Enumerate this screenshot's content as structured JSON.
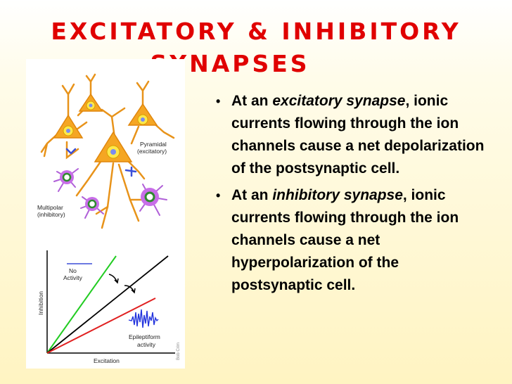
{
  "slide": {
    "title_line1": "EXCITATORY & INHIBITORY",
    "title_line2": "SYNAPSES",
    "title_color": "#e00000"
  },
  "bullets": [
    {
      "marker": "•",
      "prefix": "At an ",
      "emphasis": "excitatory synapse",
      "suffix": ", ionic currents flowing through the ion channels cause a net depolarization of the postsynaptic cell."
    },
    {
      "marker": "•",
      "prefix": "At an ",
      "emphasis": "inhibitory synapse",
      "suffix": ", ionic currents flowing through the ion channels cause a net hyperpolarization of the postsynaptic cell."
    }
  ],
  "figure": {
    "neuron_labels": {
      "pyramidal_line1": "Pyramidal",
      "pyramidal_line2": "(excitatory)",
      "multipolar_line1": "Multipolar",
      "multipolar_line2": "(inhibitory)"
    },
    "graph": {
      "xlabel": "Excitation",
      "ylabel": "Inhibition",
      "no_activity_line1": "No",
      "no_activity_line2": "Activity",
      "epileptiform_line1": "Epileptiform",
      "epileptiform_line2": "activity",
      "credit": "Bob Crim",
      "line_colors": {
        "green": "#22cc22",
        "black": "#000000",
        "red": "#e02020",
        "trace": "#2233dd"
      }
    },
    "colors": {
      "pyramidal_body": "#f5a623",
      "pyramidal_nucleus": "#ffe84a",
      "multipolar_body": "#c86ee8",
      "multipolar_ring": "#2e8b2e"
    }
  }
}
